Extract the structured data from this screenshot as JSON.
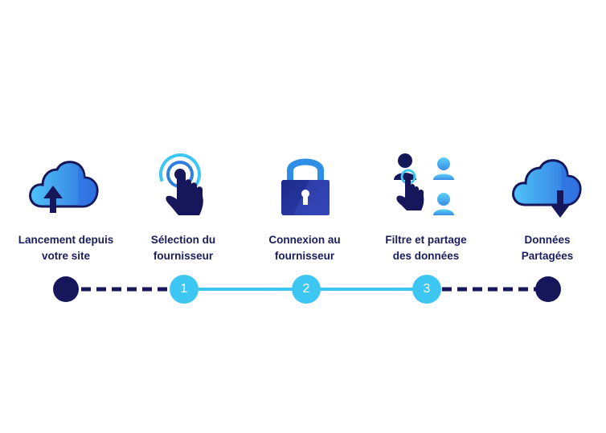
{
  "steps": [
    {
      "line1": "Lancement depuis",
      "line2": "votre site",
      "icon": "cloud-upload-icon"
    },
    {
      "line1": "Sélection du",
      "line2": "fournisseur",
      "icon": "touch-select-icon"
    },
    {
      "line1": "Connexion au",
      "line2": "fournisseur",
      "icon": "lock-icon"
    },
    {
      "line1": "Filtre et partage",
      "line2": "des données",
      "icon": "users-share-icon"
    },
    {
      "line1": "Données",
      "line2": "Partagées",
      "icon": "cloud-download-icon"
    }
  ],
  "markers": [
    "1",
    "2",
    "3"
  ],
  "colors": {
    "navy": "#15175a",
    "cyan": "#3ec6f2",
    "blue": "#2f7fe0"
  }
}
